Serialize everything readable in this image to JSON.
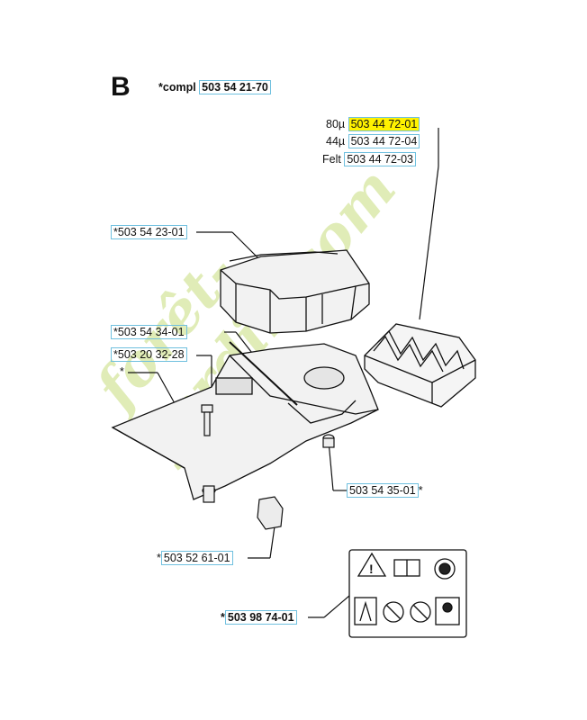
{
  "section_letter": "B",
  "kit": {
    "prefix": "*compl",
    "part": "503 54 21-70"
  },
  "filters": [
    {
      "label": "80µ",
      "part": "503 44 72-01",
      "highlight": true
    },
    {
      "label": "44µ",
      "part": "503 44 72-04",
      "highlight": false
    },
    {
      "label": "Felt",
      "part": "503 44 72-03",
      "highlight": false
    }
  ],
  "parts": {
    "cover": {
      "prefix": "*",
      "part": "503 54 23-01"
    },
    "rod": {
      "prefix": "*",
      "part": "503 54 34-01"
    },
    "screw": {
      "prefix": "*",
      "part": "503 20 32-28"
    },
    "plate": {
      "prefix": "*",
      "part": ""
    },
    "boss": {
      "part": "503 54 35-01",
      "suffix": "*"
    },
    "pad": {
      "prefix": "*",
      "part": "503 52 61-01"
    },
    "decal": {
      "prefix": "*",
      "part": "503 98 74-01"
    }
  },
  "watermark": {
    "text": "forêt-jardin.com",
    "colors": {
      "green": "#cfe08a",
      "grey": "#cfc8bf"
    }
  },
  "icons": {
    "decal_row1": [
      "warning-triangle-icon",
      "manual-book-icon",
      "ear-protection-icon"
    ],
    "decal_row2": [
      "hand-warning-icon",
      "no-hand-icon",
      "no-cutting-icon",
      "helmet-worker-icon"
    ]
  }
}
